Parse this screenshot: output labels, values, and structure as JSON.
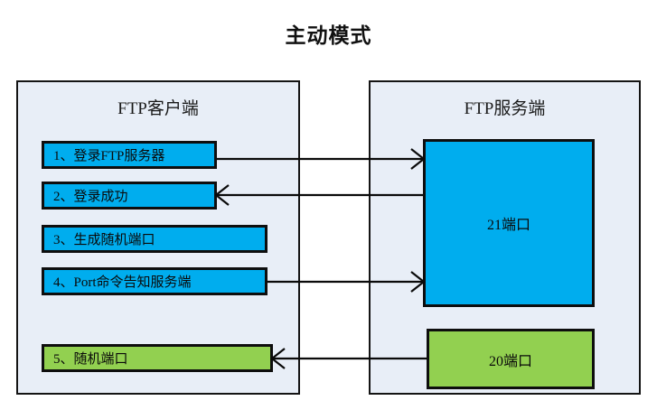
{
  "diagram": {
    "title": "主动模式",
    "client": {
      "title": "FTP客户端",
      "steps": [
        {
          "label": "1、登录FTP服务器",
          "color": "#00adee"
        },
        {
          "label": "2、登录成功",
          "color": "#00adee"
        },
        {
          "label": "3、生成随机端口",
          "color": "#00adee"
        },
        {
          "label": "4、Port命令告知服务端",
          "color": "#00adee"
        },
        {
          "label": "5、随机端口",
          "color": "#92d050"
        }
      ]
    },
    "server": {
      "title": "FTP服务端",
      "ports": [
        {
          "label": "21端口",
          "color": "#00adee"
        },
        {
          "label": "20端口",
          "color": "#92d050"
        }
      ]
    },
    "connections": [
      {
        "name": "login-request",
        "from": "step-1",
        "to": "port-21",
        "direction": "right"
      },
      {
        "name": "login-success",
        "from": "port-21",
        "to": "step-2",
        "direction": "left"
      },
      {
        "name": "port-command",
        "from": "step-4",
        "to": "port-21",
        "direction": "right"
      },
      {
        "name": "data-channel",
        "from": "port-20",
        "to": "step-5",
        "direction": "left"
      }
    ],
    "colors": {
      "panel_background": "#e8eef7",
      "panel_border": "#141414",
      "blue": "#00adee",
      "green": "#92d050",
      "page_background": "#ffffff",
      "line": "#0a0a0a"
    }
  }
}
